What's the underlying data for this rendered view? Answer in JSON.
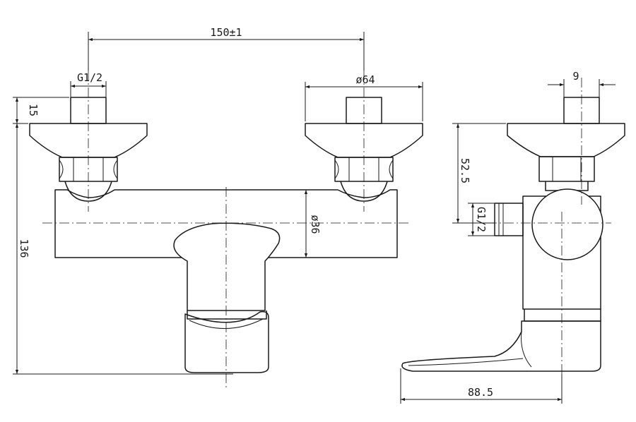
{
  "drawing": {
    "dimensions": {
      "spacing": "150±1",
      "inlet_thread_front": "G1/2",
      "escutcheon_diameter": "ø64",
      "top_offset": "15",
      "overall_height": "136",
      "body_diameter": "ø36",
      "side_nut": "9",
      "side_height": "52.5",
      "side_thread": "G1/2",
      "spout_projection": "88.5"
    }
  }
}
